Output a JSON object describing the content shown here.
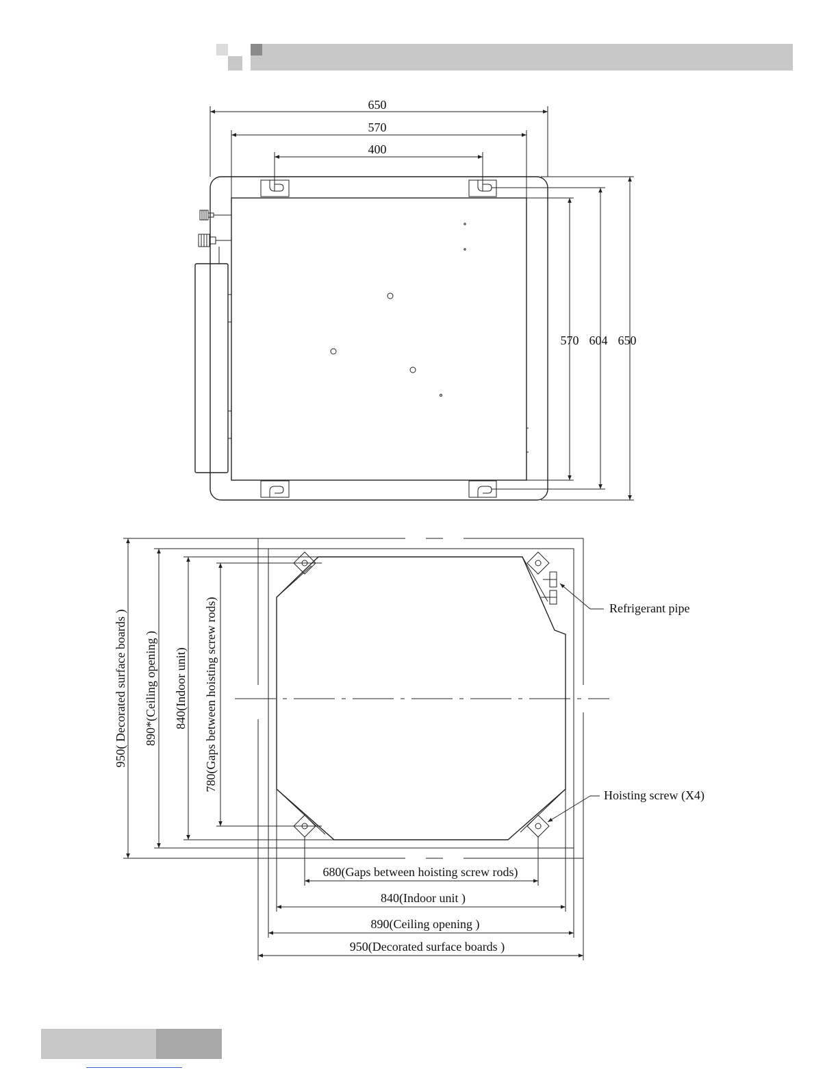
{
  "top_view": {
    "dim_width_outer": "650",
    "dim_width_inner": "570",
    "dim_hanger_span": "400",
    "dim_height_inner": "570",
    "dim_height_mid": "604",
    "dim_height_outer": "650"
  },
  "bottom_view": {
    "vertical": {
      "decorated": "950( Decorated surface boards )",
      "ceiling": "890*(Ceiling opening )",
      "indoor": "840(Indoor unit)",
      "gaps": "780(Gaps between hoisting screw rods)"
    },
    "horizontal": {
      "gaps": "680(Gaps between hoisting screw rods)",
      "indoor": "840(Indoor unit )",
      "ceiling": "890(Ceiling opening )",
      "decorated": "950(Decorated surface boards )"
    },
    "callouts": {
      "refrigerant_pipe": "Refrigerant pipe",
      "hoisting_screw": "Hoisting screw (X4)"
    }
  }
}
